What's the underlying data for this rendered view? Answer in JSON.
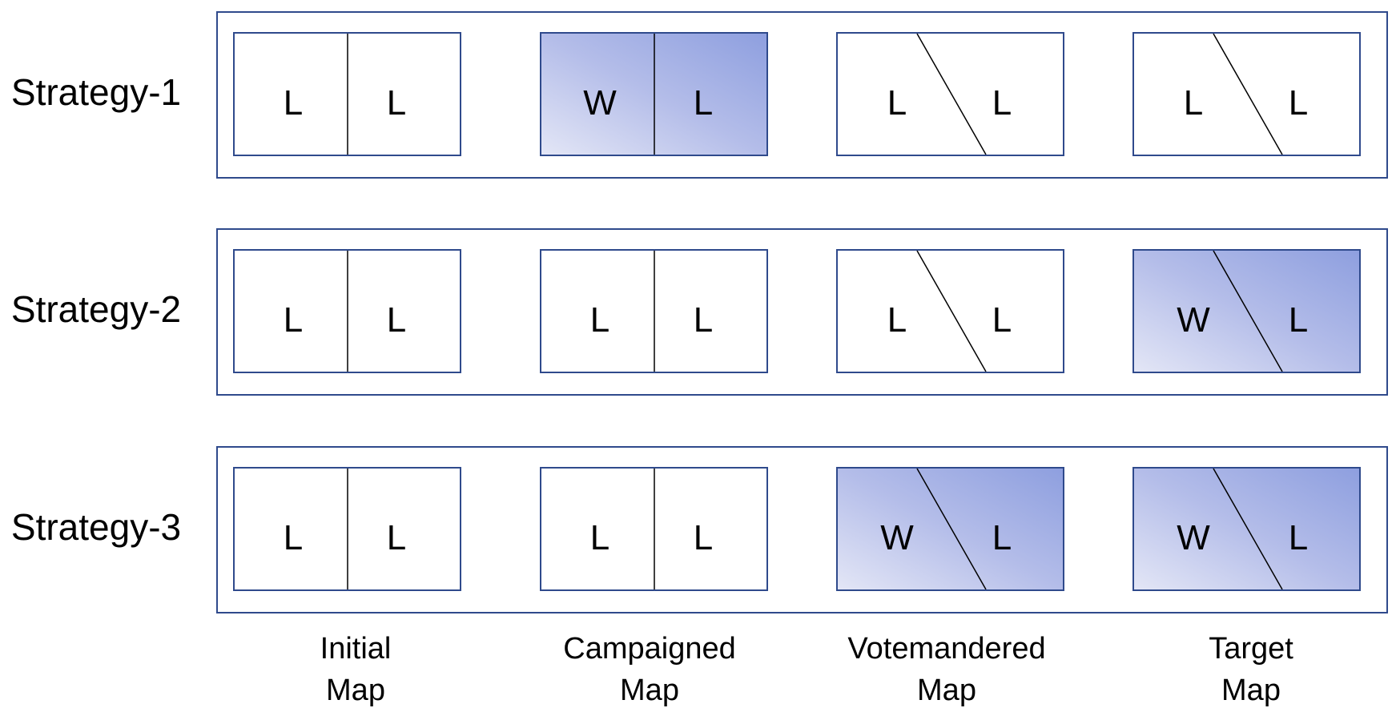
{
  "strategies": [
    {
      "label": "Strategy-1",
      "maps": [
        {
          "left": "L",
          "right": "L",
          "split": "vertical",
          "winner": false
        },
        {
          "left": "W",
          "right": "L",
          "split": "vertical",
          "winner": true
        },
        {
          "left": "L",
          "right": "L",
          "split": "diagonal",
          "winner": false
        },
        {
          "left": "L",
          "right": "L",
          "split": "diagonal",
          "winner": false
        }
      ]
    },
    {
      "label": "Strategy-2",
      "maps": [
        {
          "left": "L",
          "right": "L",
          "split": "vertical",
          "winner": false
        },
        {
          "left": "L",
          "right": "L",
          "split": "vertical",
          "winner": false
        },
        {
          "left": "L",
          "right": "L",
          "split": "diagonal",
          "winner": false
        },
        {
          "left": "W",
          "right": "L",
          "split": "diagonal",
          "winner": true
        }
      ]
    },
    {
      "label": "Strategy-3",
      "maps": [
        {
          "left": "L",
          "right": "L",
          "split": "vertical",
          "winner": false
        },
        {
          "left": "L",
          "right": "L",
          "split": "vertical",
          "winner": false
        },
        {
          "left": "W",
          "right": "L",
          "split": "diagonal",
          "winner": true
        },
        {
          "left": "W",
          "right": "L",
          "split": "diagonal",
          "winner": true
        }
      ]
    }
  ],
  "columns": [
    {
      "line1": "Initial",
      "line2": "Map"
    },
    {
      "line1": "Campaigned",
      "line2": "Map"
    },
    {
      "line1": "Votemandered",
      "line2": "Map"
    },
    {
      "line1": "Target",
      "line2": "Map"
    }
  ],
  "colors": {
    "border": "#2F4A8C",
    "winner_fill_light": "#e3e6f6",
    "winner_fill_dark": "#8e9fdf"
  }
}
